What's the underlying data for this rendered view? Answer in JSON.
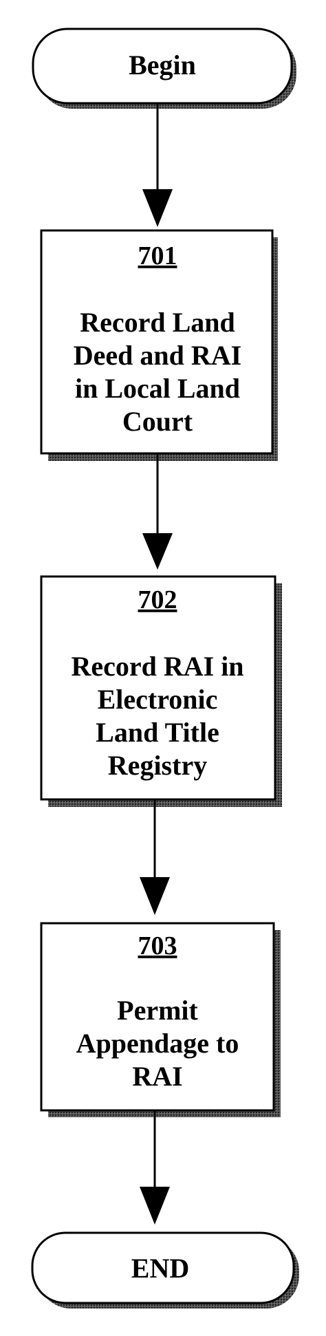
{
  "start": {
    "label": "Begin"
  },
  "steps": [
    {
      "number": "701",
      "lines": [
        "Record Land",
        "Deed and RAI",
        "in Local Land",
        "Court"
      ]
    },
    {
      "number": "702",
      "lines": [
        "Record RAI in",
        "Electronic",
        "Land Title",
        "Registry"
      ]
    },
    {
      "number": "703",
      "lines": [
        "Permit",
        "Appendage to",
        "RAI"
      ]
    }
  ],
  "end": {
    "label": "END"
  }
}
